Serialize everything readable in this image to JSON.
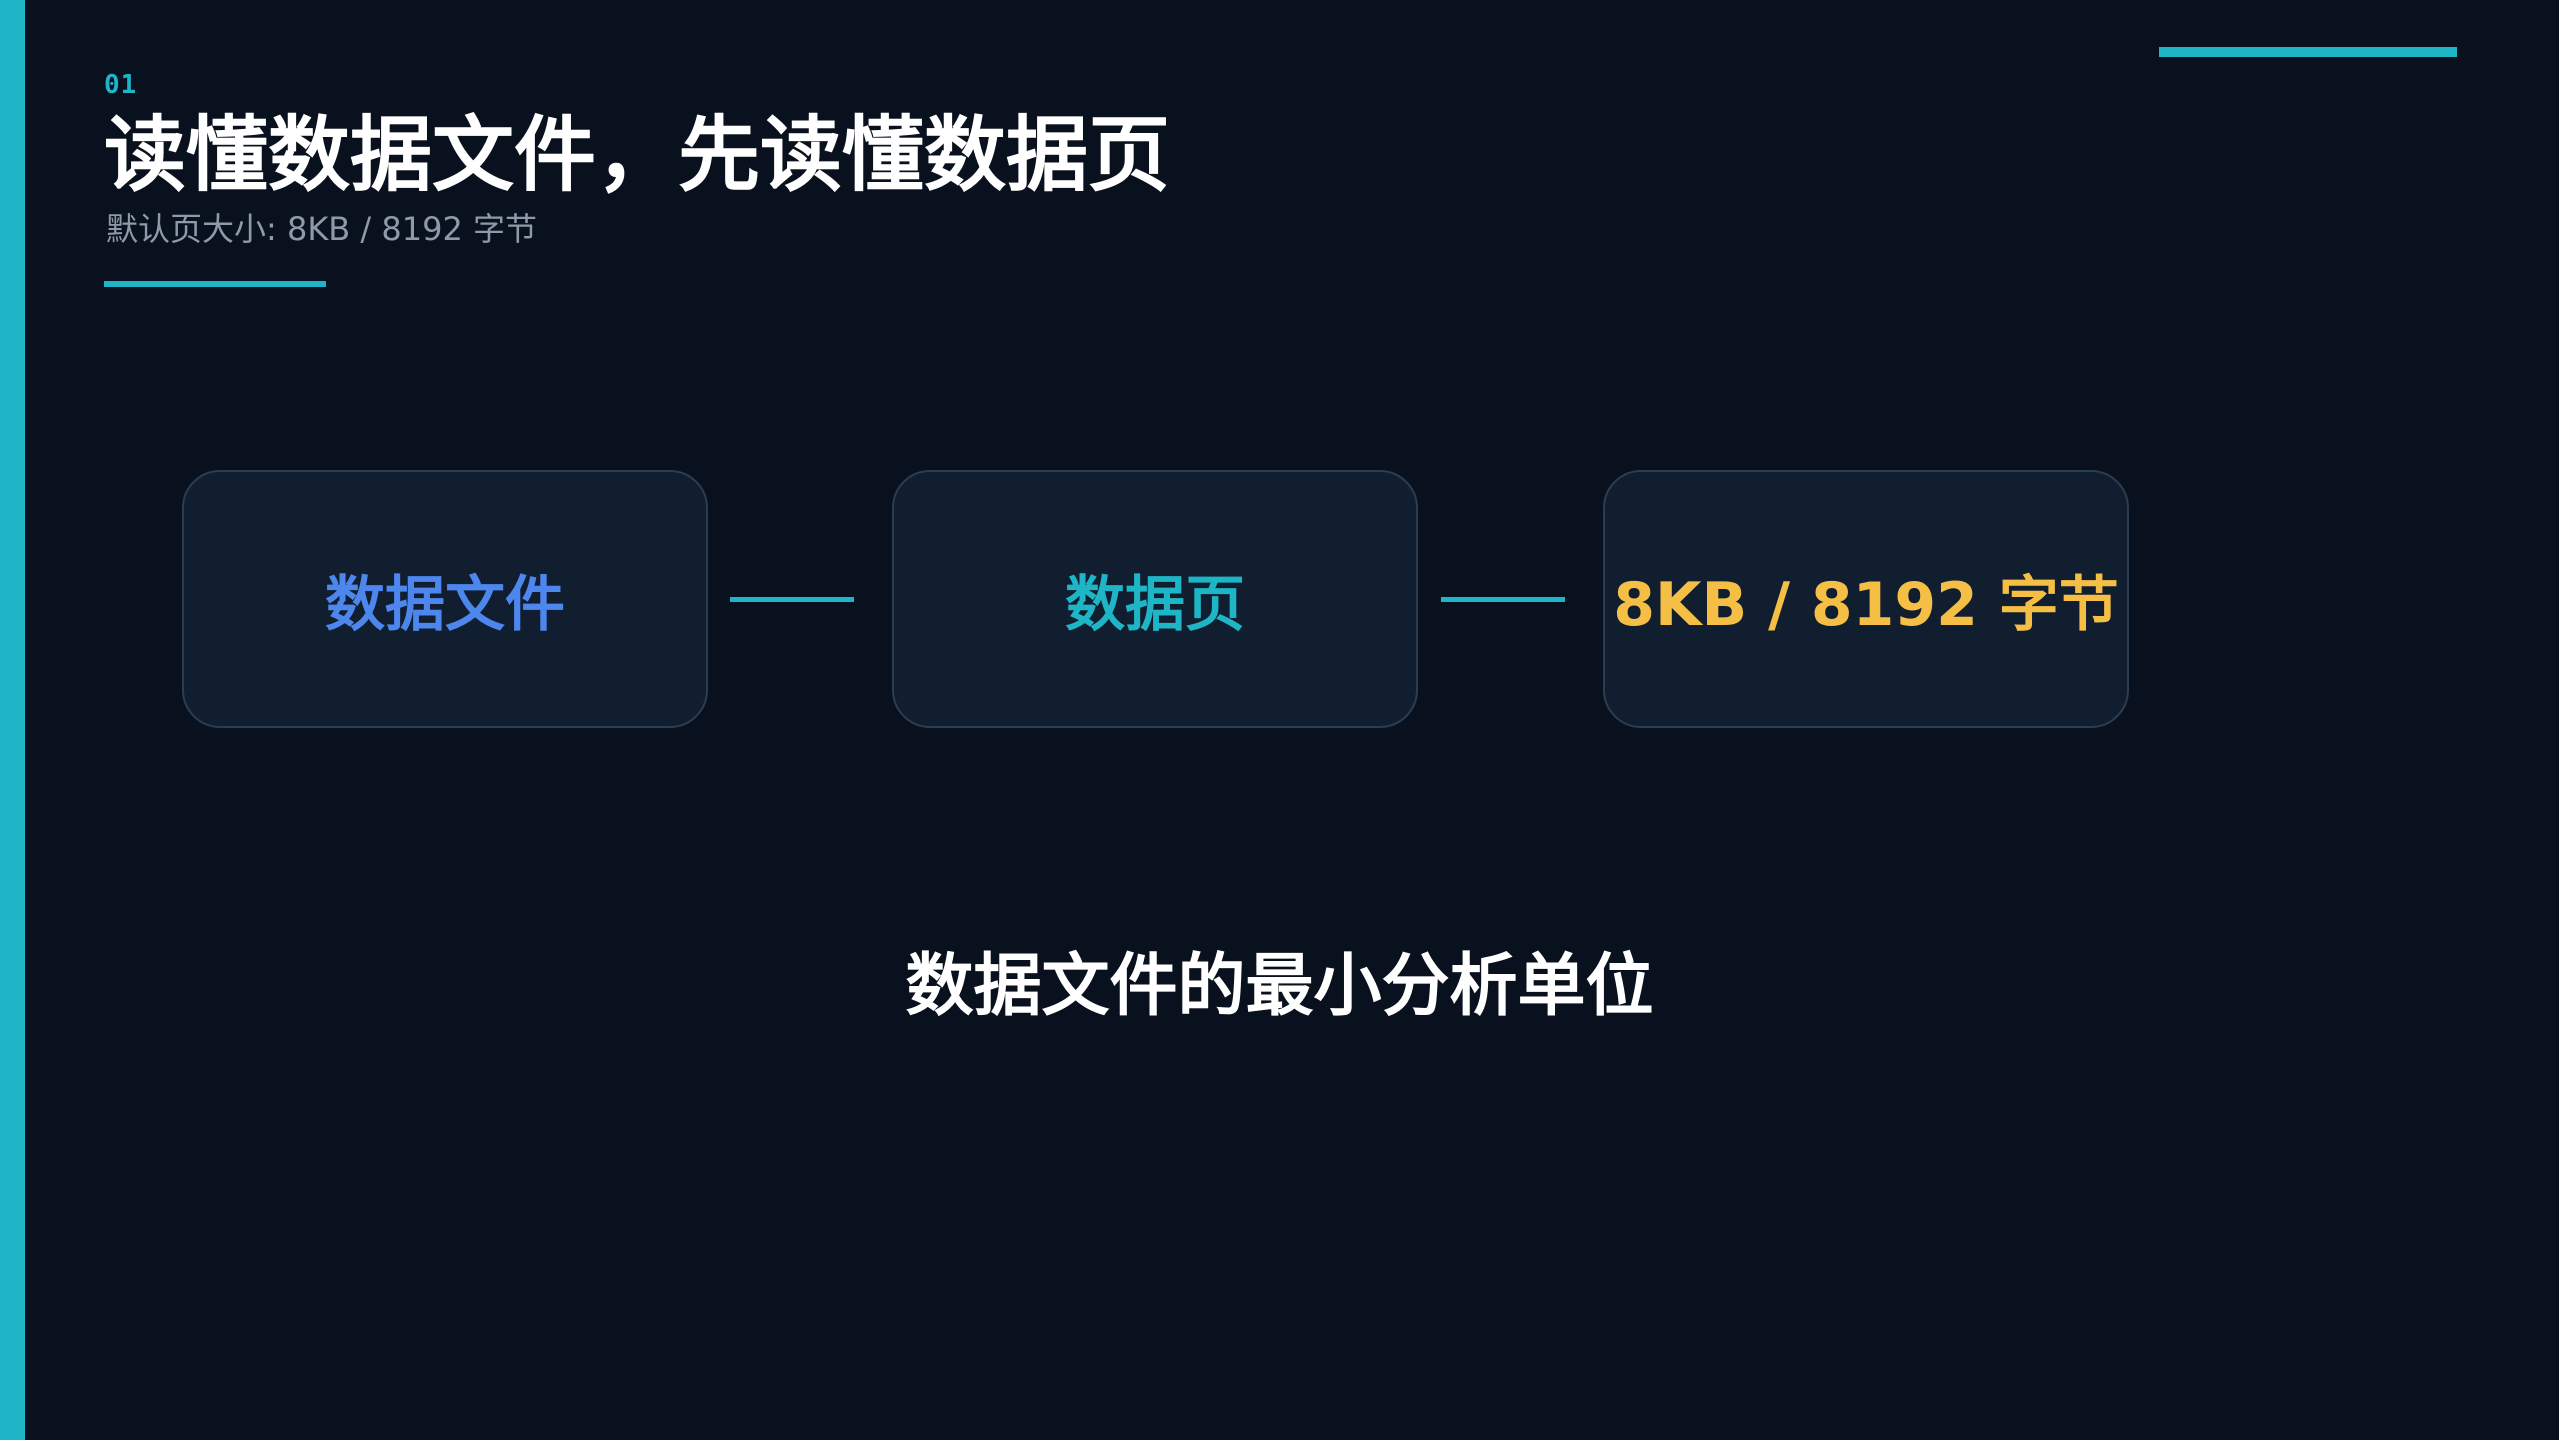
{
  "slide": {
    "number": "01",
    "title": "读懂数据文件，先读懂数据页",
    "subtitle": "默认页大小: 8KB / 8192 字节"
  },
  "flow": {
    "steps": [
      {
        "label": "数据文件",
        "color": "#4d86ed"
      },
      {
        "label": "数据页",
        "color": "#1eb6c6"
      },
      {
        "label": "8KB / 8192 字节",
        "color": "#f5be45"
      }
    ]
  },
  "caption": "数据文件的最小分析单位",
  "colors": {
    "accent": "#1eb6c6",
    "background": "#08111d",
    "box_background": "#101e30"
  }
}
